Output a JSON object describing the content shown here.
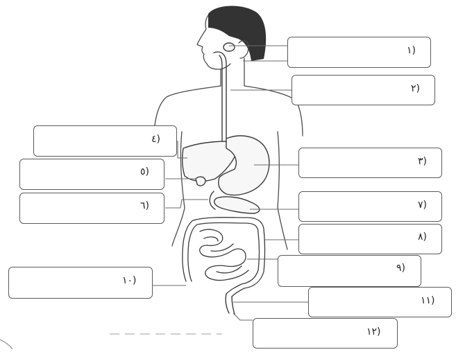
{
  "diagram": {
    "colors": {
      "hair": "#333333",
      "outline": "#3a3a3a",
      "box_border": "#5a5a5a"
    },
    "labels": [
      {
        "id": "1",
        "text": "(١"
      },
      {
        "id": "2",
        "text": "(٢"
      },
      {
        "id": "3",
        "text": "(٣"
      },
      {
        "id": "4",
        "text": "(٤"
      },
      {
        "id": "5",
        "text": "(٥"
      },
      {
        "id": "6",
        "text": "(٦"
      },
      {
        "id": "7",
        "text": "(٧"
      },
      {
        "id": "8",
        "text": "(٨"
      },
      {
        "id": "9",
        "text": "(٩"
      },
      {
        "id": "10",
        "text": "(١٠"
      },
      {
        "id": "11",
        "text": "(١١"
      },
      {
        "id": "12",
        "text": "(١٢"
      }
    ]
  }
}
